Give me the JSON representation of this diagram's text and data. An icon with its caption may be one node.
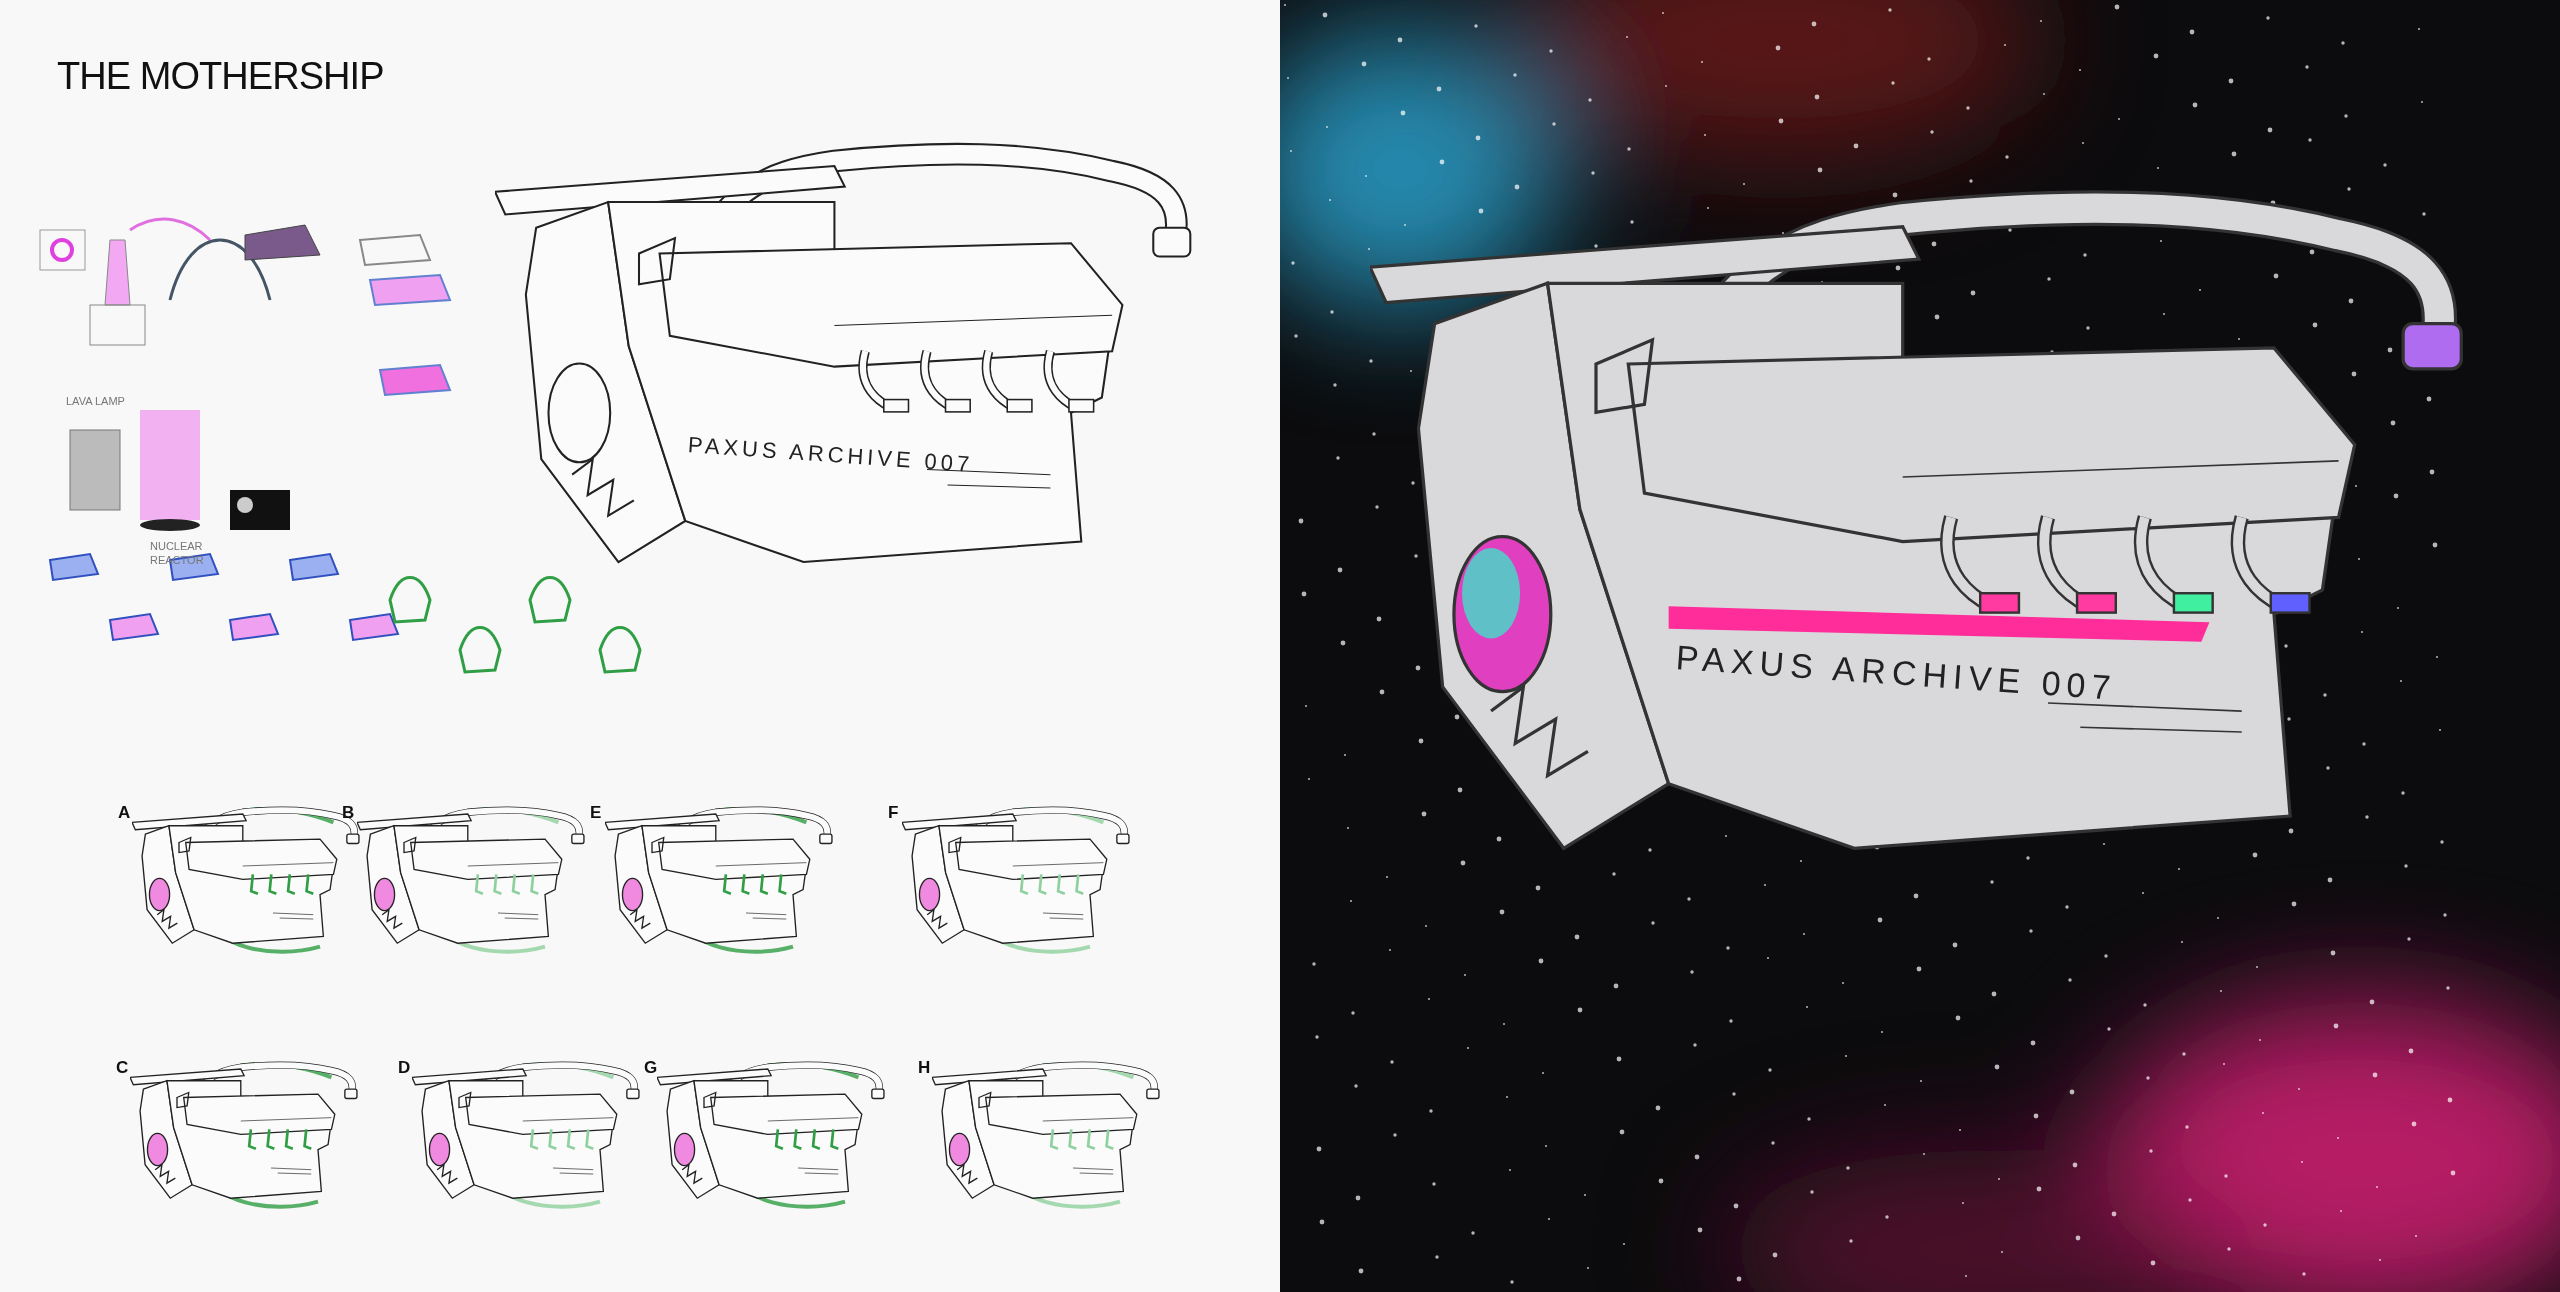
{
  "diagram": {
    "title": "THE MOTHERSHIP",
    "labels": [
      "LAVA LAMP",
      "NUCLEAR REACTOR",
      "PAXUS ARCHIVE 007",
      "A",
      "B",
      "E",
      "F",
      "C",
      "D",
      "G",
      "H",
      "PAXUS ARCHIVE 007"
    ]
  }
}
